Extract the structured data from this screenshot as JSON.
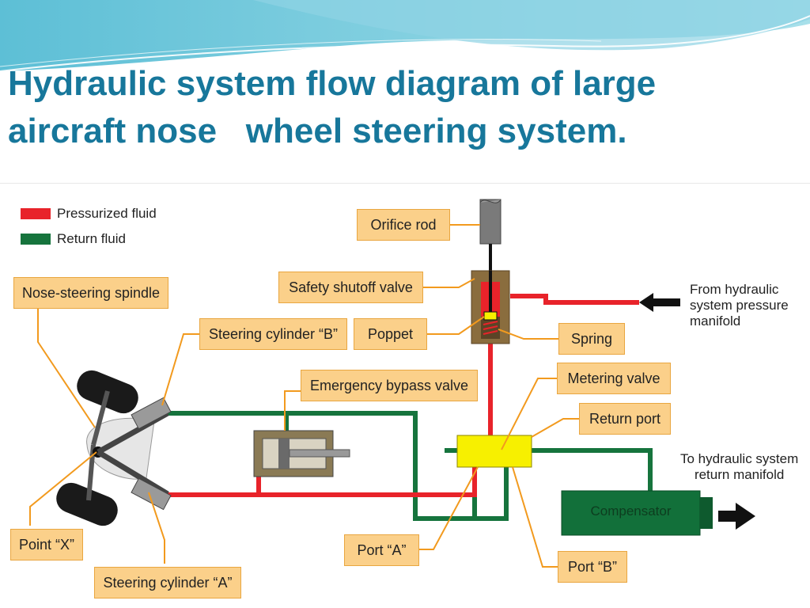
{
  "title": {
    "line1": "Hydraulic system flow diagram of large",
    "line2": "aircraft nose   wheel steering system."
  },
  "colors": {
    "title": "#17779b",
    "pressurized": "#e8232a",
    "return": "#16743d",
    "label_fill": "#fbd08a",
    "label_border": "#e9a640",
    "metering_valve": "#f7f000",
    "compensator": "#12703a"
  },
  "legend": {
    "pressurized": "Pressurized fluid",
    "return": "Return fluid"
  },
  "labels": {
    "orifice_rod": "Orifice rod",
    "safety_shutoff_valve": "Safety shutoff valve",
    "poppet": "Poppet",
    "spring": "Spring",
    "nose_steering_spindle": "Nose-steering spindle",
    "steering_cylinder_b": "Steering cylinder “B”",
    "emergency_bypass_valve": "Emergency bypass valve",
    "metering_valve": "Metering valve",
    "return_port": "Return port",
    "point_x": "Point “X”",
    "steering_cylinder_a": "Steering cylinder “A”",
    "port_a": "Port “A”",
    "port_b": "Port “B”"
  },
  "notes": {
    "from_line1": "From hydraulic",
    "from_line2": "system pressure",
    "from_line3": "manifold",
    "to_line1": "To hydraulic system",
    "to_line2": "return manifold"
  },
  "compensator": "Compensator"
}
